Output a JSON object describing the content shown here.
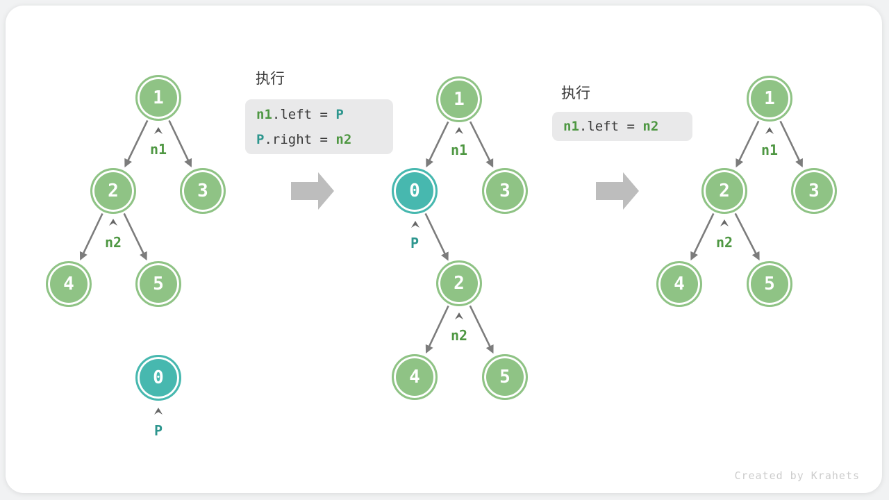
{
  "colors": {
    "node_green": "#8FC385",
    "node_teal": "#47B8AF",
    "label_green": "#4E9742",
    "label_teal": "#2D968E",
    "code_text": "#3A3A3A",
    "code_background": "#E9E9EA",
    "edge_gray": "#7C7C7C",
    "block_arrow_gray": "#BDBDBD",
    "watermark_gray": "#CCCCCC"
  },
  "steps": [
    {
      "title": "执行",
      "lines": [
        {
          "t1": "n1",
          "t2": ".left = ",
          "t3": "P"
        },
        {
          "t1": "P",
          "t2": ".right = ",
          "t3": "n2"
        }
      ]
    },
    {
      "title": "执行",
      "lines": [
        {
          "t1": "n1",
          "t2": ".left = ",
          "t3": "n2"
        }
      ]
    }
  ],
  "trees": {
    "before": {
      "node1": "1",
      "node2": "2",
      "node3": "3",
      "node4": "4",
      "node5": "5",
      "p_node": "0",
      "label_n1": "n1",
      "label_n2": "n2",
      "label_p": "P"
    },
    "during": {
      "node1": "1",
      "node0": "0",
      "node3": "3",
      "node2": "2",
      "node4": "4",
      "node5": "5",
      "label_n1": "n1",
      "label_p": "P",
      "label_n2": "n2"
    },
    "after": {
      "node1": "1",
      "node2": "2",
      "node3": "3",
      "node4": "4",
      "node5": "5",
      "label_n1": "n1",
      "label_n2": "n2"
    }
  },
  "watermark": "Created by Krahets"
}
